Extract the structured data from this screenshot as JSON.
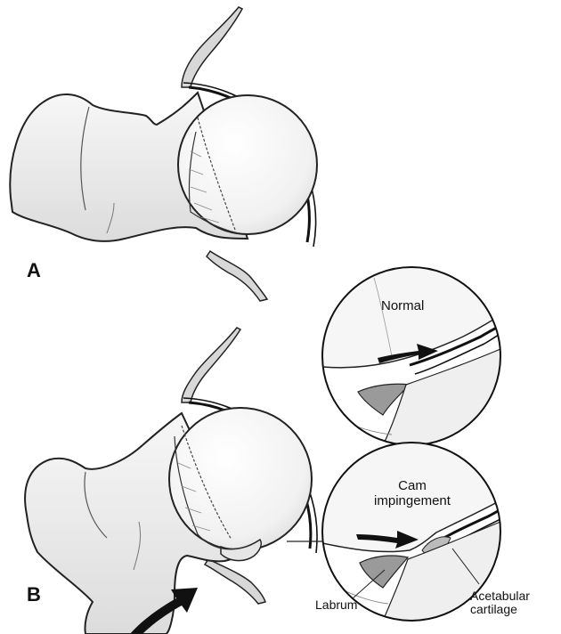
{
  "panels": {
    "a": {
      "letter": "A"
    },
    "b": {
      "letter": "B"
    }
  },
  "insets": {
    "normal": {
      "title": "Normal"
    },
    "cam": {
      "title_line1": "Cam",
      "title_line2": "impingement"
    }
  },
  "labels": {
    "labrum": "Labrum",
    "acetabular_line1": "Acetabular",
    "acetabular_line2": "cartilage"
  }
}
